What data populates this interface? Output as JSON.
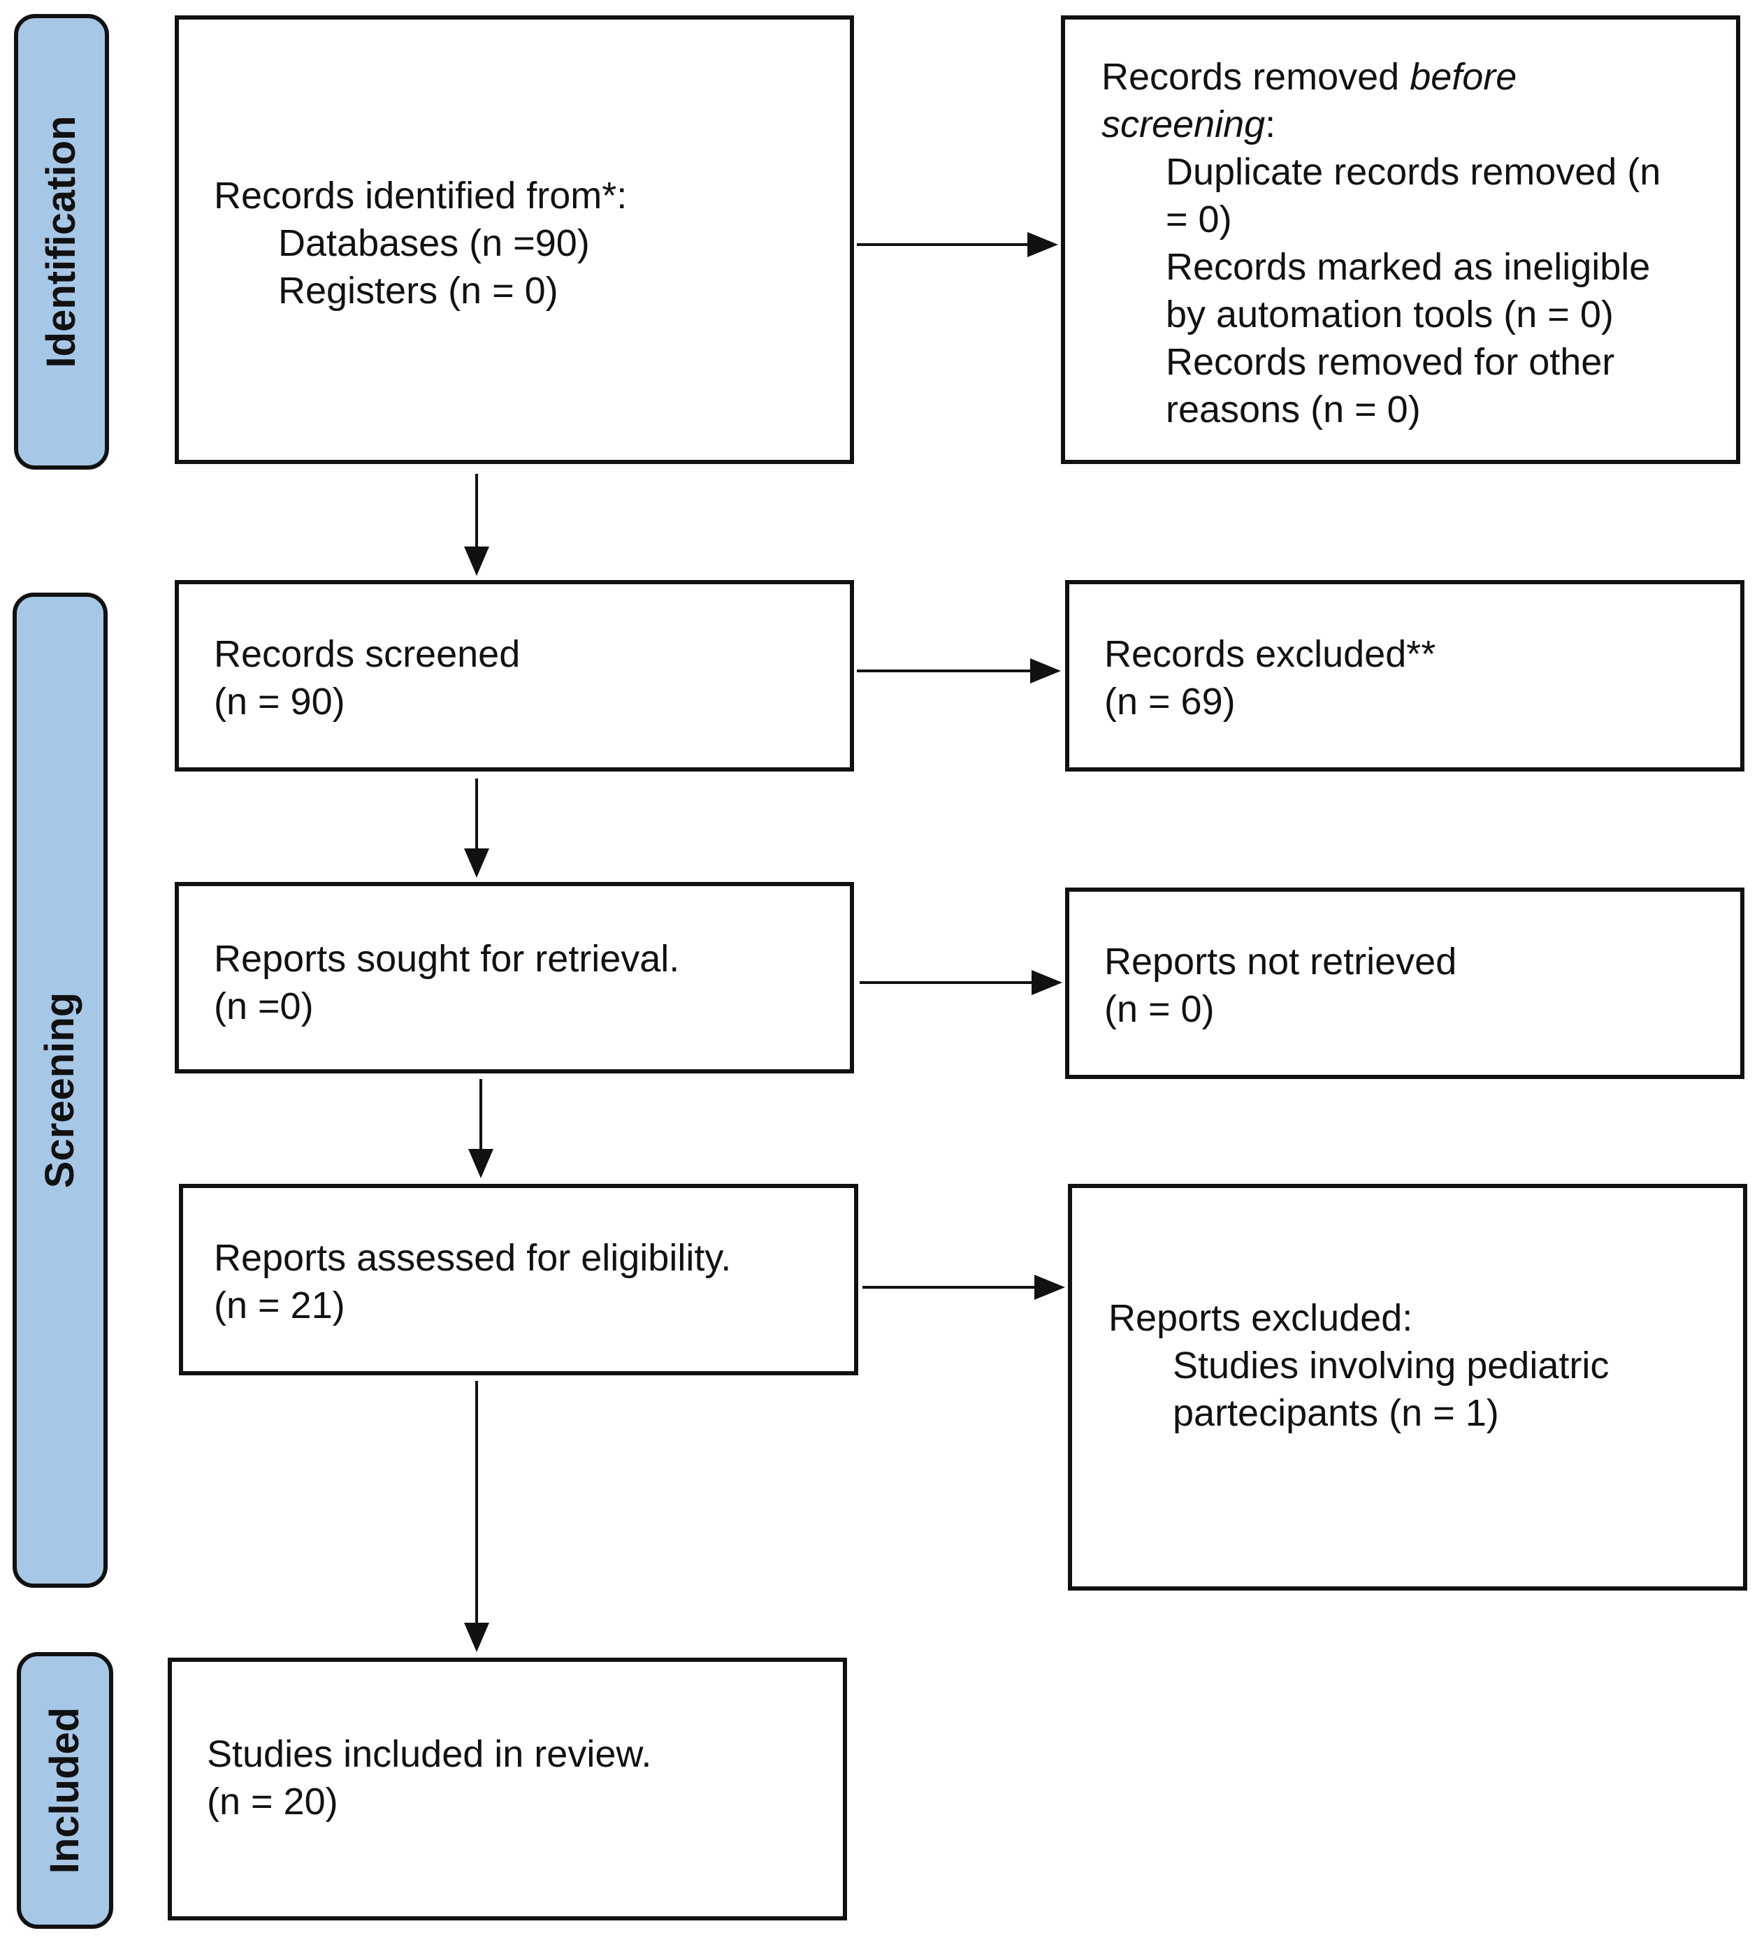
{
  "phases": {
    "identification": "Identification",
    "screening": "Screening",
    "included": "Included"
  },
  "boxes": {
    "identified": {
      "title": "Records identified from*:",
      "databases": "Databases (n =90)",
      "registers": "Registers (n = 0)"
    },
    "removed": {
      "title_prefix": "Records removed ",
      "title_italic": "before",
      "title_italic_2": "screening",
      "title_suffix": ":",
      "duplicates_1": "Duplicate records removed (n",
      "duplicates_2": "= 0)",
      "ineligible_1": "Records marked as ineligible",
      "ineligible_2": "by automation tools (n = 0)",
      "other_1": "Records removed for other",
      "other_2": "reasons (n = 0)"
    },
    "screened": {
      "title": "Records screened",
      "count": "(n = 90)"
    },
    "excluded": {
      "title": "Records excluded**",
      "count": "(n = 69)"
    },
    "sought": {
      "title": "Reports sought for retrieval.",
      "count": "(n =0)"
    },
    "not_retrieved": {
      "title": "Reports not retrieved",
      "count": "(n = 0)"
    },
    "assessed": {
      "title": "Reports assessed for eligibility.",
      "count": "(n = 21)"
    },
    "reports_excluded": {
      "title": "Reports excluded:",
      "reason_1": "Studies involving pediatric",
      "reason_2": "partecipants (n = 1)"
    },
    "included": {
      "title": "Studies included in review.",
      "count": "(n = 20)"
    }
  }
}
